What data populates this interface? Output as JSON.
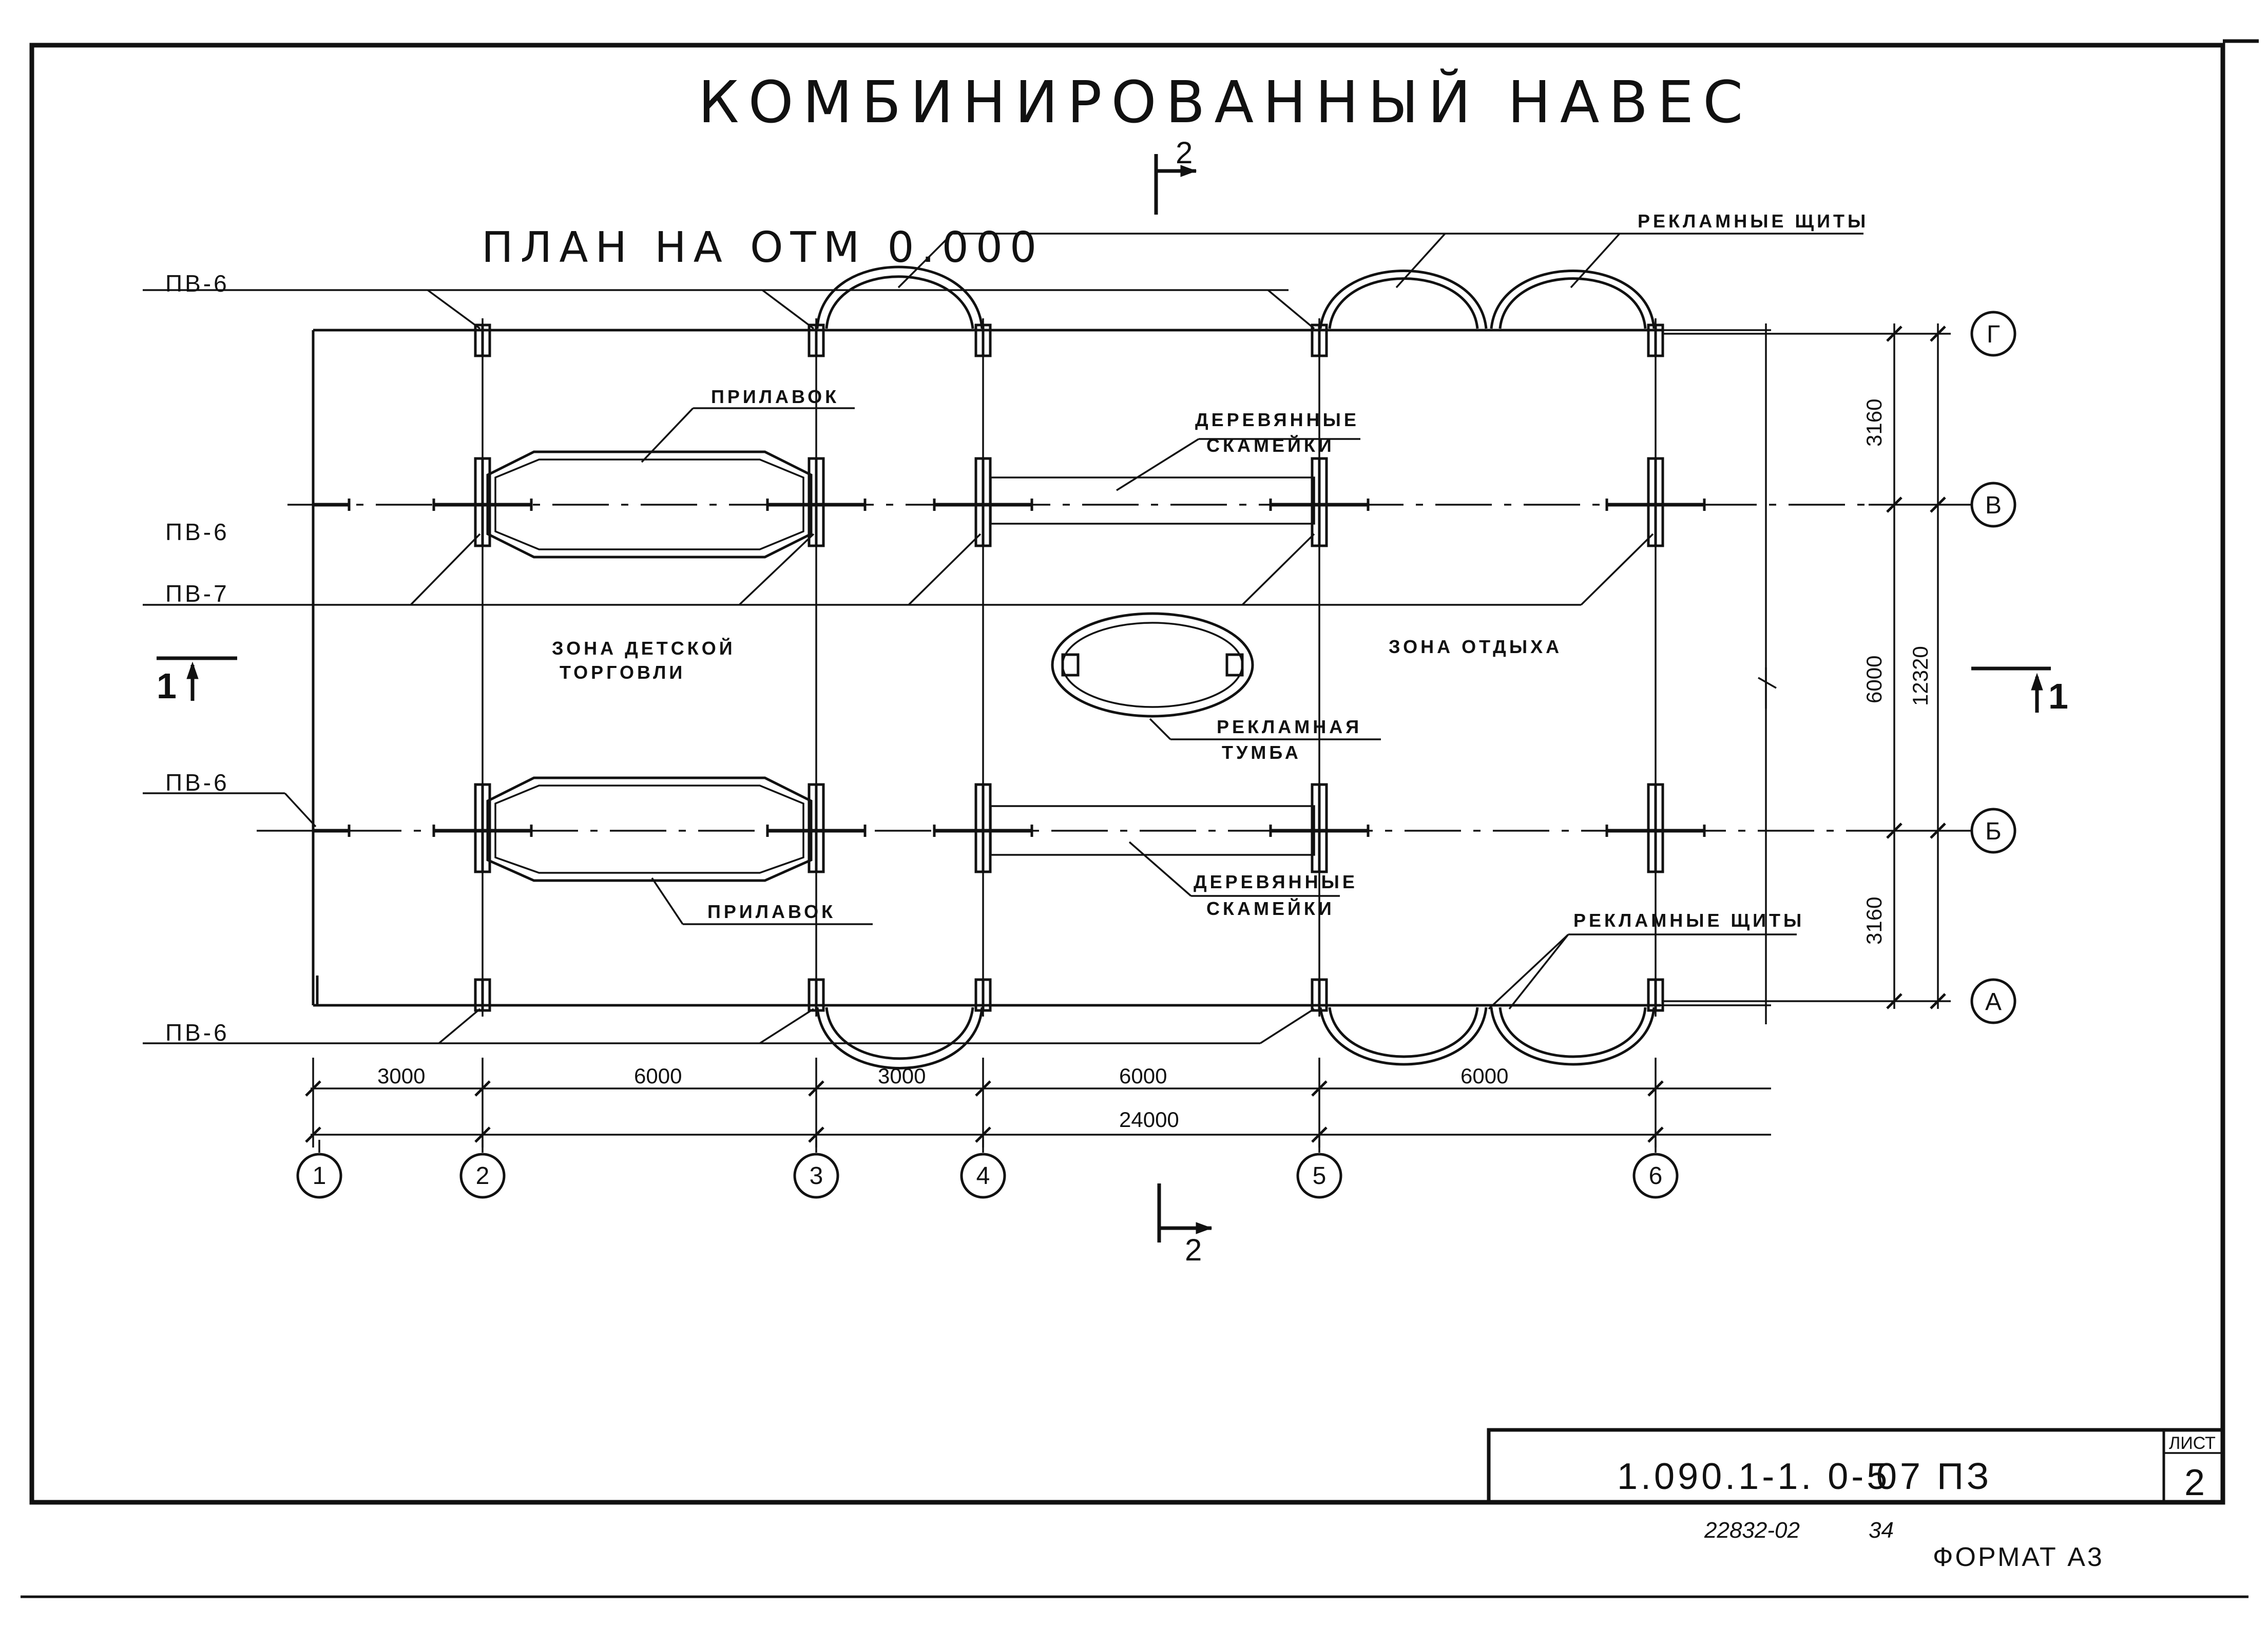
{
  "title": "КОМБИНИРОВАННЫЙ НАВЕС",
  "plan_title": "ПЛАН НА ОТМ 0.000",
  "section_marks": {
    "top": "2",
    "bottom": "2",
    "left": "1",
    "right": "1"
  },
  "beam_labels": {
    "pv6_top": "ПВ-6",
    "pv6_mid_upper": "ПВ-6",
    "pv7": "ПВ-7",
    "pv6_mid_lower": "ПВ-6",
    "pv6_bottom": "ПВ-6"
  },
  "annotations": {
    "ads_top": "РЕКЛАМНЫЕ ЩИТЫ",
    "counter_top": "ПРИЛАВОК",
    "benches_top_1": "ДЕРЕВЯННЫЕ",
    "benches_top_2": "СКАМЕЙКИ",
    "zone_children_1": "ЗОНА ДЕТСКОЙ",
    "zone_children_2": "ТОРГОВЛИ",
    "zone_rest": "ЗОНА ОТДЫХА",
    "ad_tumba_1": "РЕКЛАМНАЯ",
    "ad_tumba_2": "ТУМБА",
    "counter_bottom": "ПРИЛАВОК",
    "benches_bottom_1": "ДЕРЕВЯННЫЕ",
    "benches_bottom_2": "СКАМЕЙКИ",
    "ads_bottom": "РЕКЛАМНЫЕ ЩИТЫ"
  },
  "dimensions": {
    "bottom": [
      "3000",
      "6000",
      "3000",
      "6000",
      "6000"
    ],
    "bottom_total": "24000",
    "right": [
      "3160",
      "6000",
      "3160"
    ],
    "right_total": "12320"
  },
  "axes": {
    "columns": [
      "1",
      "2",
      "3",
      "4",
      "5",
      "6"
    ],
    "rows": [
      "Г",
      "В",
      "Б",
      "А"
    ]
  },
  "stamp": {
    "code": "1.090.1-1. 0-5",
    "sheet_code": "07 ПЗ",
    "sheet_label": "ЛИСТ",
    "sheet_number": "2"
  },
  "footer": {
    "inventory": "22832-02",
    "page": "34",
    "format": "ФОРМАТ А3"
  }
}
